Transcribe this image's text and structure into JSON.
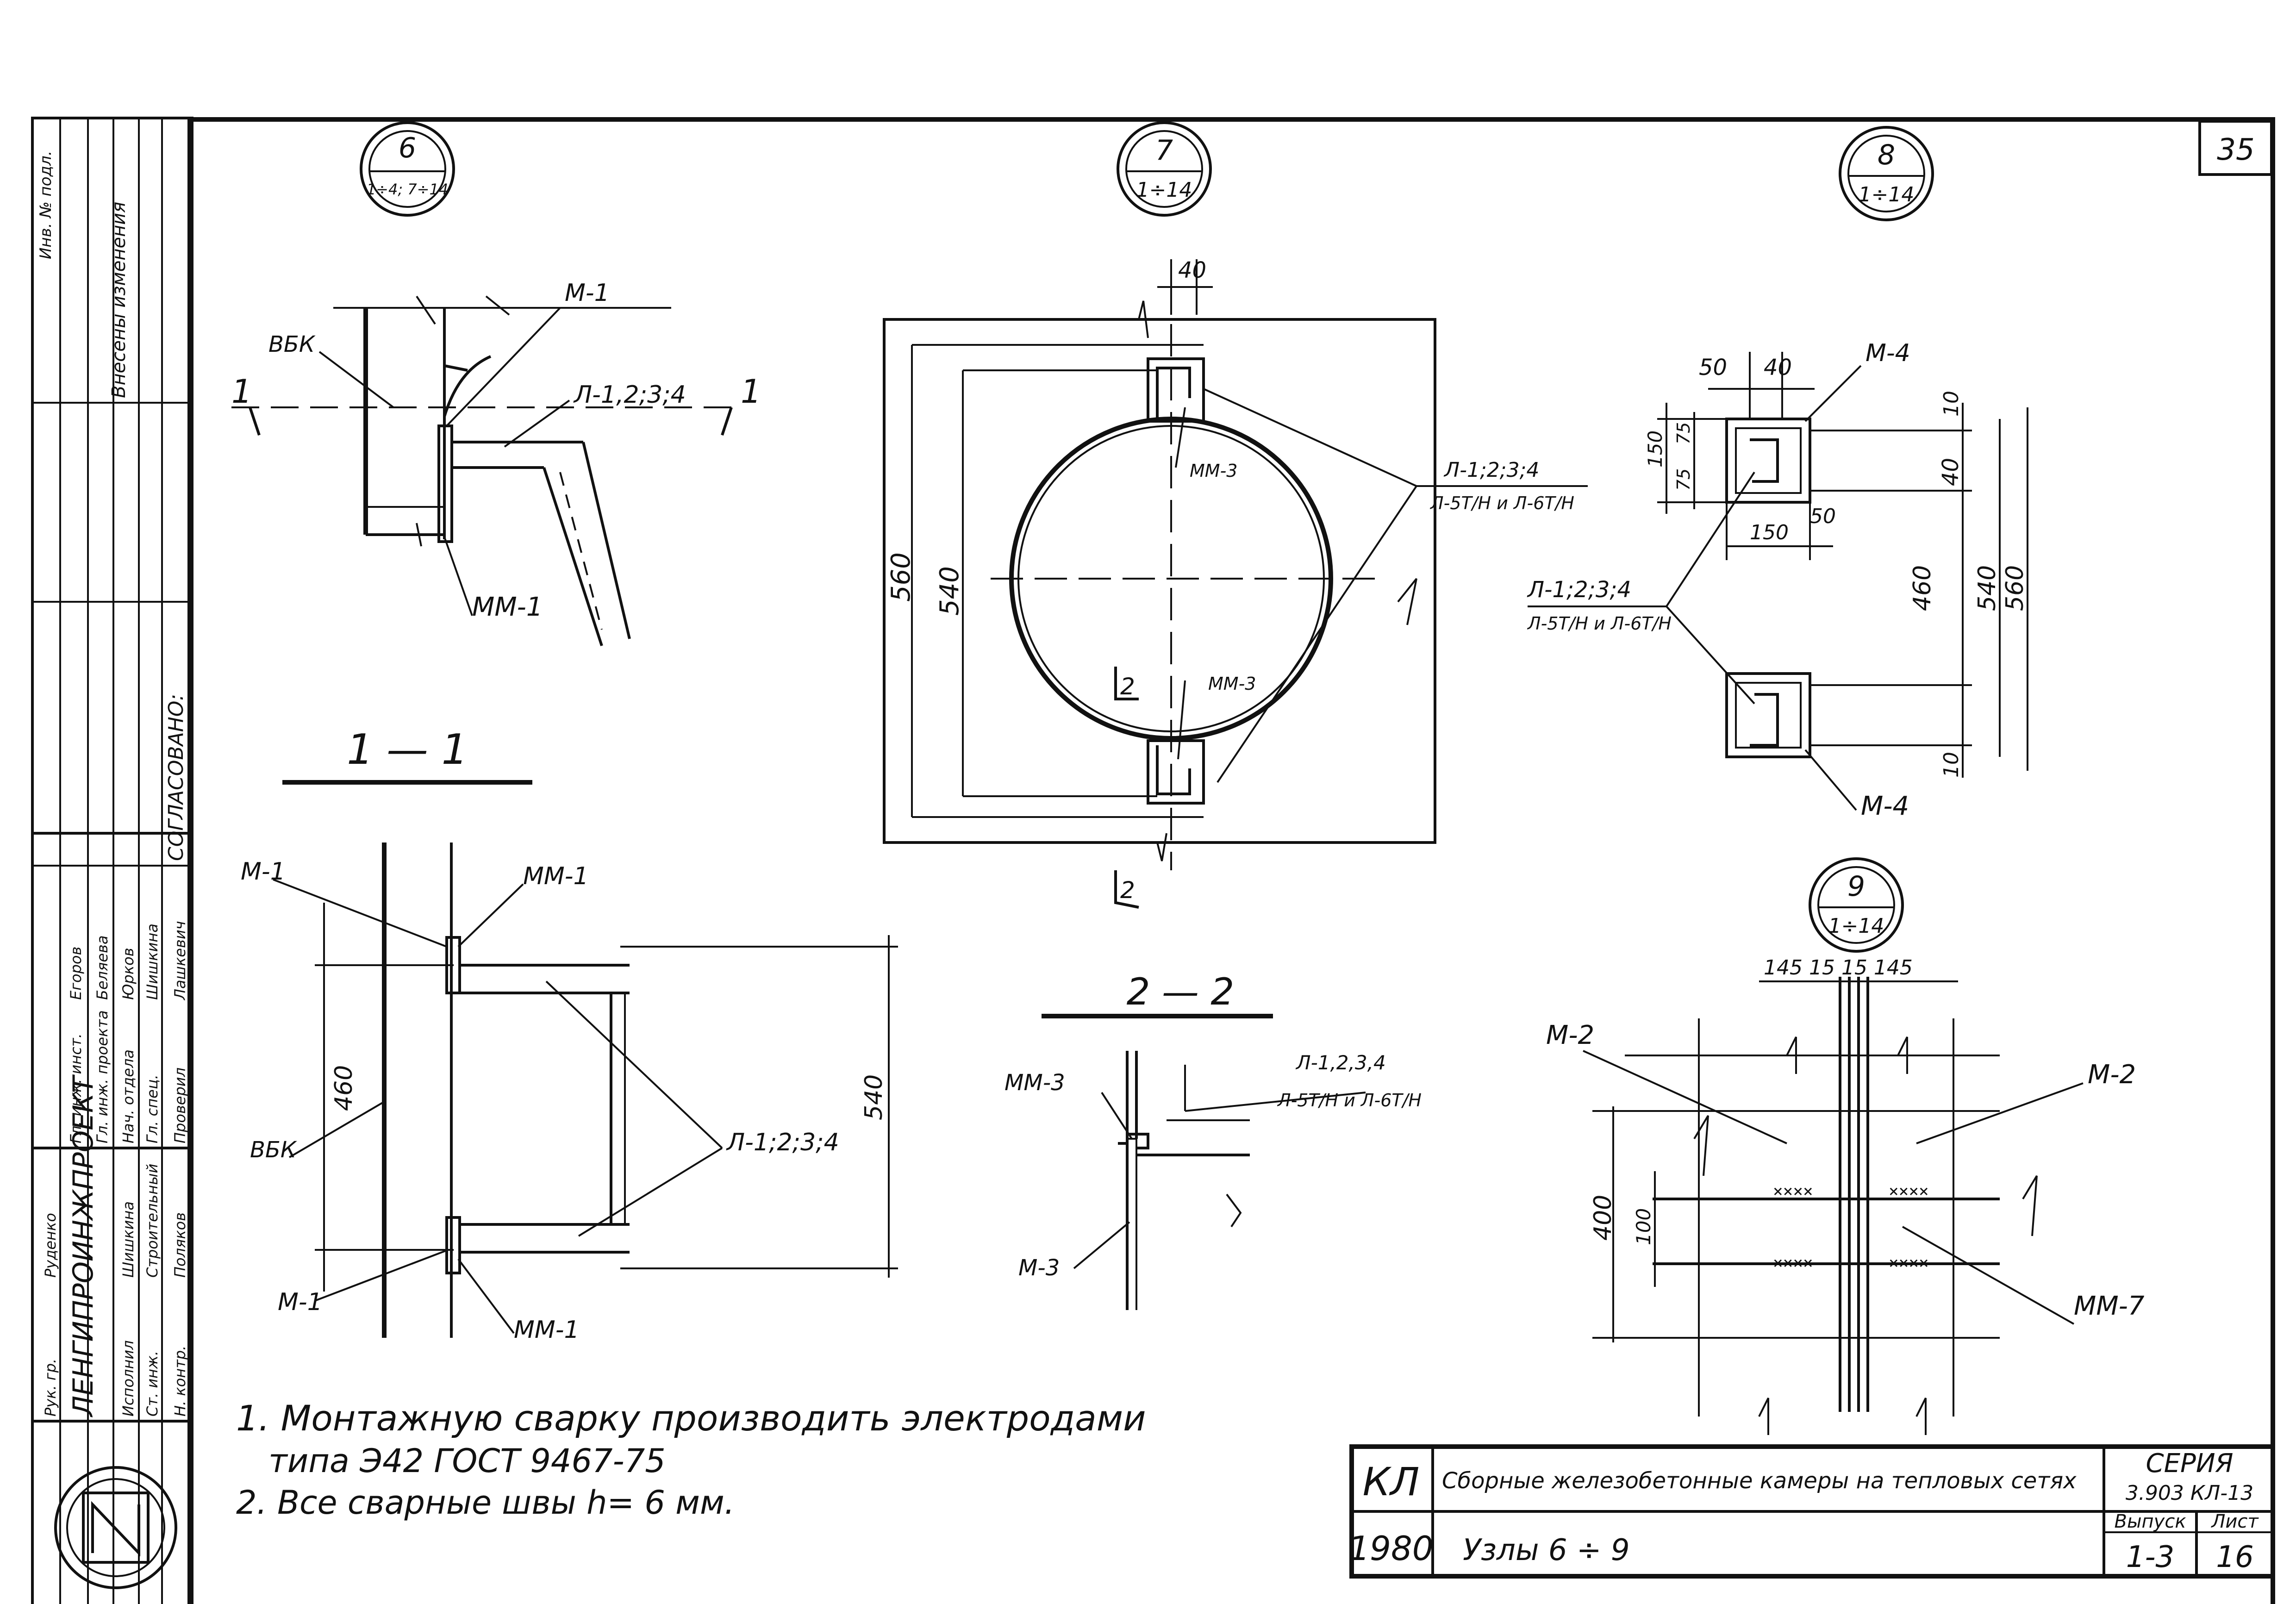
{
  "sheet_number": "35",
  "nodes": {
    "n6": {
      "num": "6",
      "ref": "1÷4; 7÷14"
    },
    "n7": {
      "num": "7",
      "ref": "1÷14"
    },
    "n8": {
      "num": "8",
      "ref": "1÷14"
    },
    "n9": {
      "num": "9",
      "ref": "1÷14"
    }
  },
  "node6": {
    "vbk": "ВБК",
    "m1": "М-1",
    "l1234": "Л-1,2;3;4",
    "mm1": "ММ-1",
    "sec_left": "1",
    "sec_right": "1"
  },
  "section11": {
    "title": "1 — 1",
    "m1_top": "М-1",
    "mm1_top": "ММ-1",
    "m1_bot": "М-1",
    "mm1_bot": "ММ-1",
    "vbk": "ВБК",
    "l1234": "Л-1;2;3;4",
    "dim460": "460",
    "dim540": "540"
  },
  "node7": {
    "dim40": "40",
    "dim560": "560",
    "dim540": "540",
    "mm3_top": "ММ-3",
    "mm3_bot": "ММ-3",
    "l_a": "Л-1;2;3;4",
    "l_b": "Л-5Т/Н и Л-6Т/Н",
    "sec2_top": "2",
    "sec2_bot": "2"
  },
  "section22": {
    "title": "2 — 2",
    "mm3": "ММ-3",
    "m3": "М-3",
    "l_a": "Л-1,2,3,4",
    "l_b": "Л-5Т/Н и Л-6Т/Н"
  },
  "node8": {
    "m4_top": "М-4",
    "m4_bot": "М-4",
    "d50a": "50",
    "d40": "40",
    "d150v": "150",
    "d75": "75",
    "d75b": "75",
    "d50b": "50",
    "d150h": "150",
    "d10a": "10",
    "d40v": "40",
    "d460": "460",
    "d540": "540",
    "d560": "560",
    "d10b": "10",
    "l_a": "Л-1;2;3;4",
    "l_b": "Л-5Т/Н и Л-6Т/Н"
  },
  "node9": {
    "dims": "145  15 15  145",
    "m2_left": "М-2",
    "m2_right": "М-2",
    "mm7": "ММ-7",
    "d400": "400",
    "d100": "100"
  },
  "notes": {
    "line1": "1. Монтажную сварку производить электродами",
    "line2": "типа Э42    ГОСТ 9467-75",
    "line3": "2. Все сварные швы h= 6 мм."
  },
  "title_block": {
    "code": "КЛ",
    "year": "1980",
    "title": "Сборные железобетонные камеры на тепловых сетях",
    "subtitle": "Узлы 6 ÷ 9",
    "series_label": "СЕРИЯ",
    "series": "3.903 КЛ-13",
    "issue_label": "Выпуск",
    "issue": "1-3",
    "sheet_label": "Лист",
    "sheet": "16"
  },
  "side_stamp": {
    "org": "ЛЕНГИПРОИНЖПРОЕКТ",
    "agreed": "СОГЛАСОВАНО:",
    "inv": "Инв. № подл.",
    "changes": "Внесены изменения",
    "rows": [
      {
        "role": "Гл. инж. инст.",
        "name": "Егоров"
      },
      {
        "role": "Гл. инж. проекта",
        "name": "Беляева"
      },
      {
        "role": "Нач. отдела",
        "name": "Юрков"
      },
      {
        "role": "Гл. спец.",
        "name": "Шишкина"
      },
      {
        "role": "Проверил",
        "name": "Лашкевич"
      },
      {
        "role": "Исполнил",
        "name": "Шишкина"
      },
      {
        "role": "Ст. инж.",
        "name": "Строительный"
      },
      {
        "role": "Н. контр.",
        "name": "Поляков"
      },
      {
        "role": "Рук. гр.",
        "name": "Руденко"
      }
    ]
  }
}
